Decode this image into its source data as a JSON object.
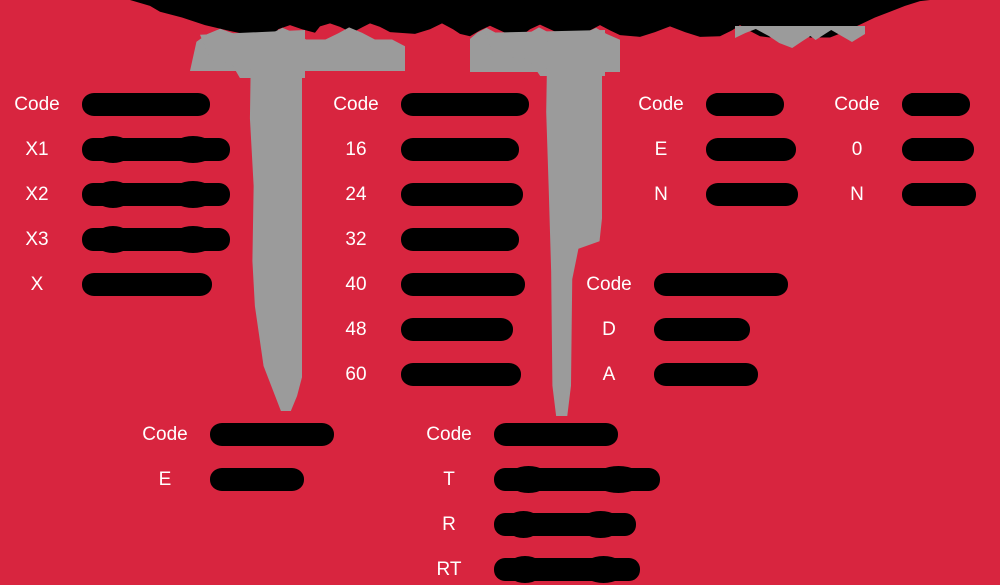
{
  "page": {
    "background_color": "#d8253f",
    "redaction_color": "#000000",
    "divider_color": "#9b9b9b",
    "text_color": "#ffffff",
    "header_label": "Code"
  },
  "tables": [
    {
      "name": "x-series-codes",
      "header": {
        "code": "Code",
        "description": ""
      },
      "rows": [
        {
          "code": "X1",
          "description": "",
          "blob_width": 148
        },
        {
          "code": "X2",
          "description": "",
          "blob_width": 148
        },
        {
          "code": "X3",
          "description": "",
          "blob_width": 148
        },
        {
          "code": "X",
          "description": "",
          "blob_width": 130
        }
      ],
      "header_blob_width": 128
    },
    {
      "name": "numeric-codes",
      "header": {
        "code": "Code",
        "description": ""
      },
      "rows": [
        {
          "code": "16",
          "description": "",
          "blob_width": 118
        },
        {
          "code": "24",
          "description": "",
          "blob_width": 122
        },
        {
          "code": "32",
          "description": "",
          "blob_width": 118
        },
        {
          "code": "40",
          "description": "",
          "blob_width": 124
        },
        {
          "code": "48",
          "description": "",
          "blob_width": 112
        },
        {
          "code": "60",
          "description": "",
          "blob_width": 120
        }
      ],
      "header_blob_width": 128
    },
    {
      "name": "en-codes",
      "header": {
        "code": "Code",
        "description": ""
      },
      "rows": [
        {
          "code": "E",
          "description": "",
          "blob_width": 90
        },
        {
          "code": "N",
          "description": "",
          "blob_width": 92
        }
      ],
      "header_blob_width": 78
    },
    {
      "name": "0n-codes",
      "header": {
        "code": "Code",
        "description": ""
      },
      "rows": [
        {
          "code": "0",
          "description": "",
          "blob_width": 72
        },
        {
          "code": "N",
          "description": "",
          "blob_width": 74
        }
      ],
      "header_blob_width": 68
    },
    {
      "name": "da-codes",
      "header": {
        "code": "Code",
        "description": ""
      },
      "rows": [
        {
          "code": "D",
          "description": "",
          "blob_width": 96
        },
        {
          "code": "A",
          "description": "",
          "blob_width": 104
        }
      ],
      "header_blob_width": 134
    },
    {
      "name": "e-code",
      "header": {
        "code": "Code",
        "description": ""
      },
      "rows": [
        {
          "code": "E",
          "description": "",
          "blob_width": 94
        }
      ],
      "header_blob_width": 124
    },
    {
      "name": "trt-codes",
      "header": {
        "code": "Code",
        "description": ""
      },
      "rows": [
        {
          "code": "T",
          "description": "",
          "blob_width": 166
        },
        {
          "code": "R",
          "description": "",
          "blob_width": 142
        },
        {
          "code": "RT",
          "description": "",
          "blob_width": 146
        }
      ],
      "header_blob_width": 124
    }
  ]
}
